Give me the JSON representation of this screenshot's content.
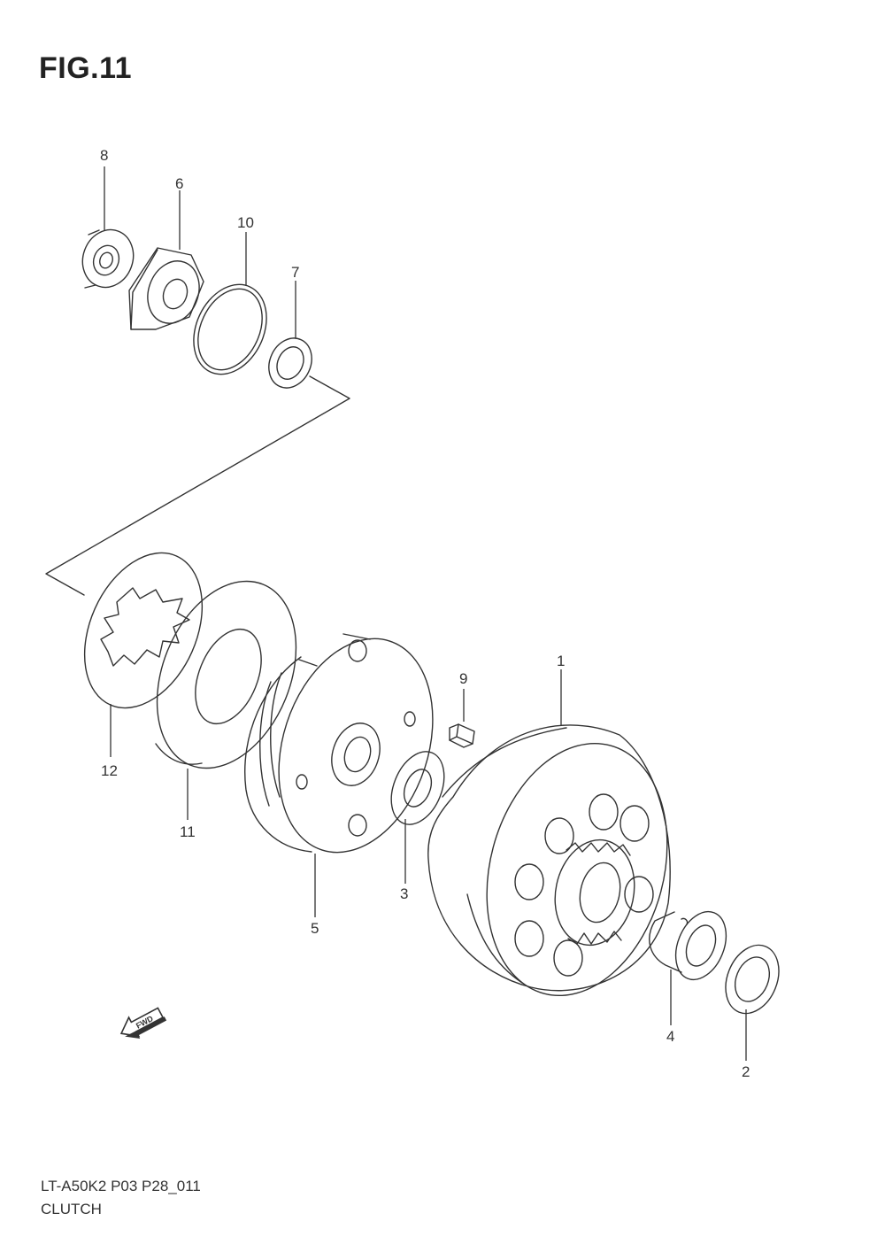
{
  "figure": {
    "title": "FIG.11"
  },
  "footer": {
    "model_code": "LT-A50K2 P03 P28_011",
    "section": "CLUTCH"
  },
  "fwd_label": "FWD",
  "callouts": [
    {
      "id": "p8",
      "label": "8"
    },
    {
      "id": "p6",
      "label": "6"
    },
    {
      "id": "p10",
      "label": "10"
    },
    {
      "id": "p7",
      "label": "7"
    },
    {
      "id": "p9",
      "label": "9"
    },
    {
      "id": "p1",
      "label": "1"
    },
    {
      "id": "p12",
      "label": "12"
    },
    {
      "id": "p11",
      "label": "11"
    },
    {
      "id": "p3",
      "label": "3"
    },
    {
      "id": "p5",
      "label": "5"
    },
    {
      "id": "p4",
      "label": "4"
    },
    {
      "id": "p2",
      "label": "2"
    }
  ]
}
